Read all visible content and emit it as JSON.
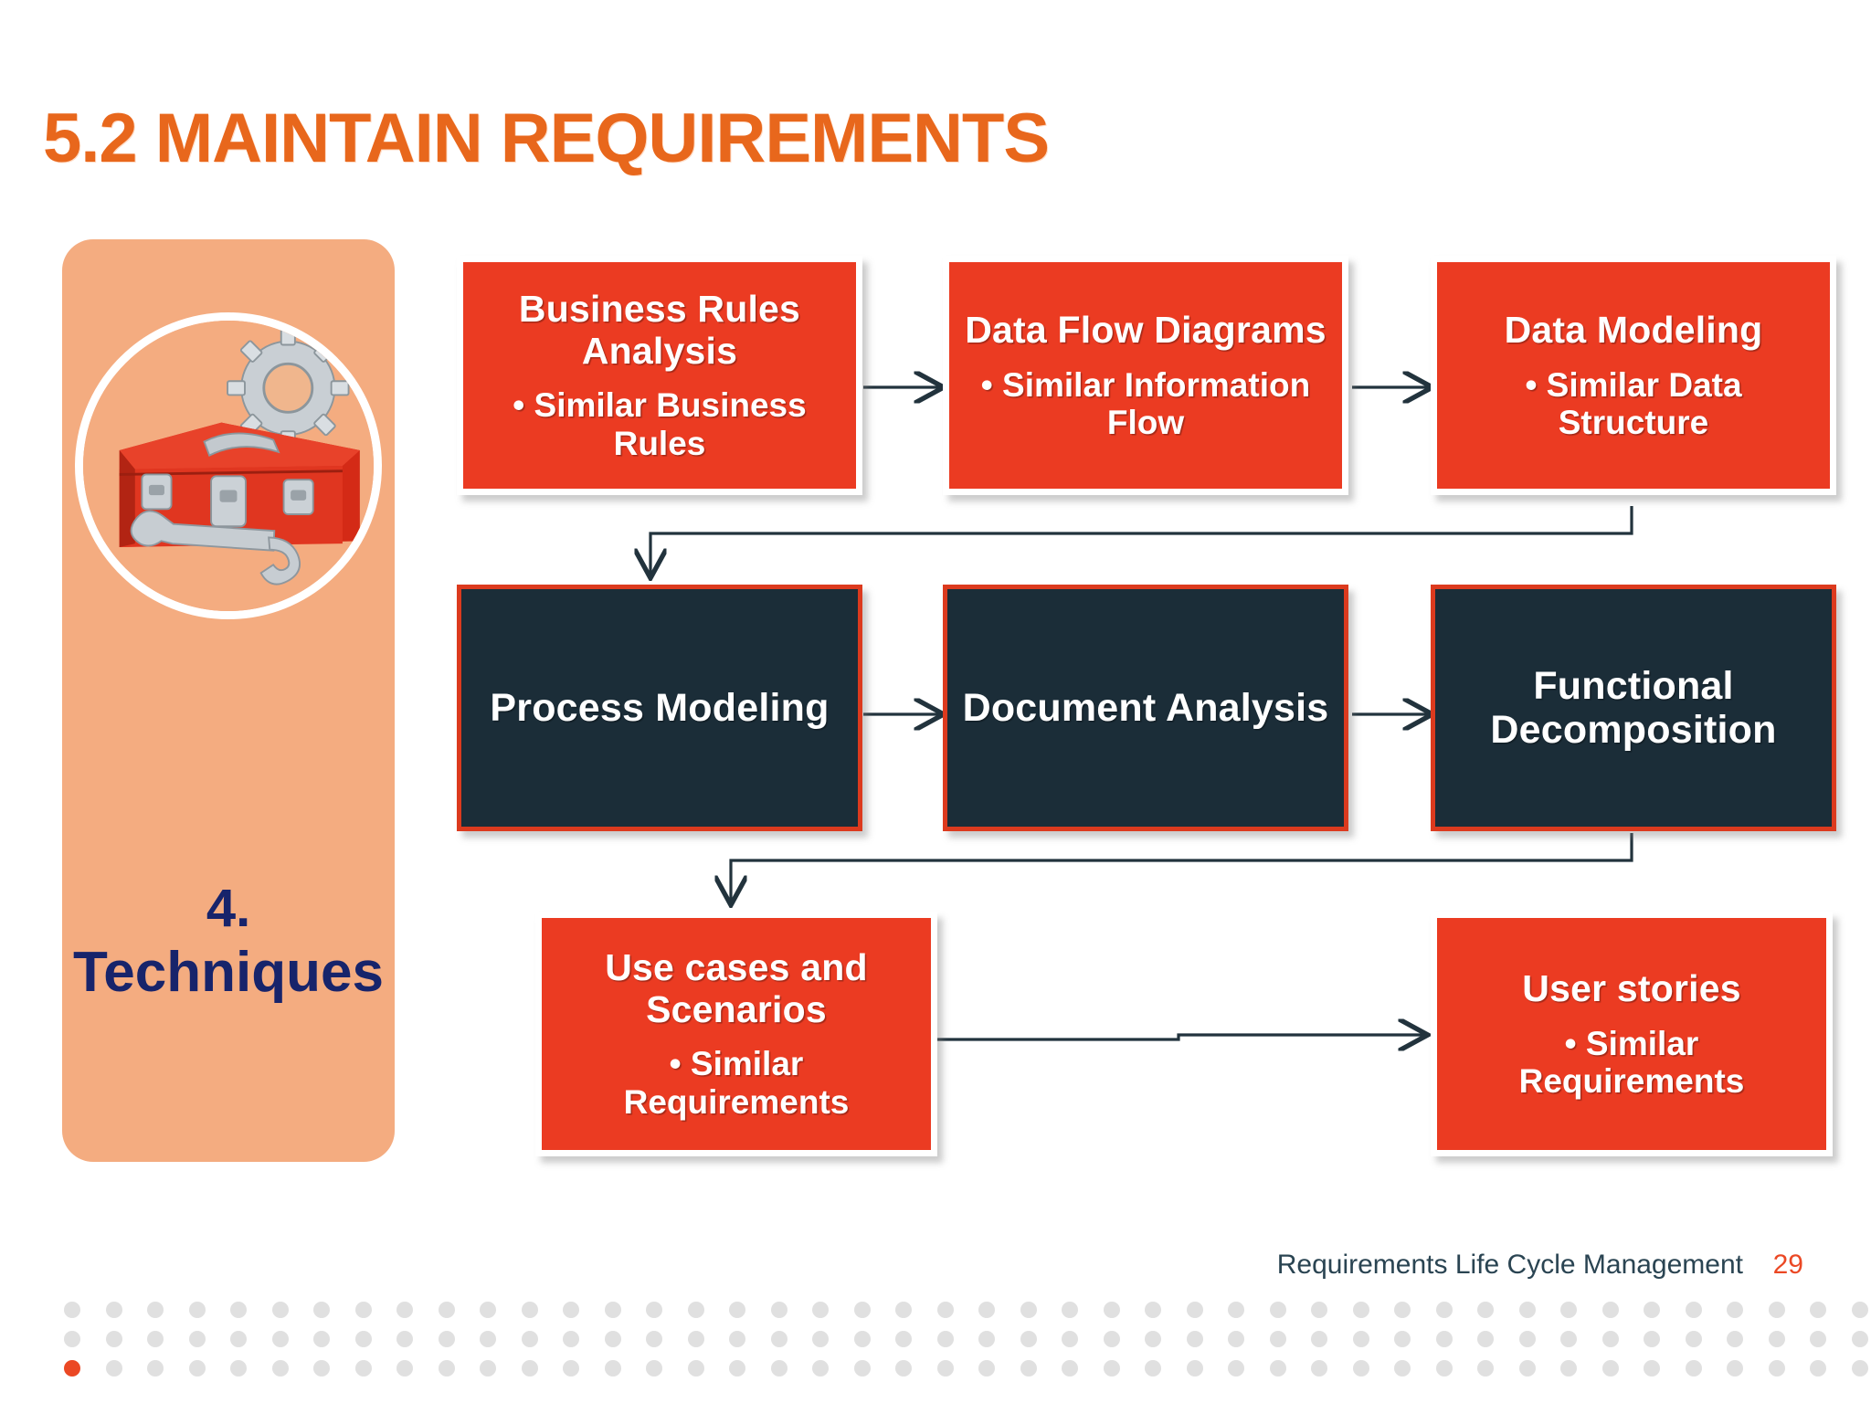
{
  "slide": {
    "title": "5.2 MAINTAIN REQUIREMENTS",
    "title_color": "#E8671C",
    "background": "#FFFFFF"
  },
  "sidebar": {
    "background_color": "#F4AC80",
    "icon_name": "toolbox-icon",
    "icon_description": "red toolbox with gear and wrench",
    "number": "4.",
    "label": "Techniques",
    "label_color": "#17246B"
  },
  "colors": {
    "red_box": "#EB3B22",
    "dark_box": "#1B2D38",
    "dark_box_border": "#DC3A1E",
    "connector": "#22333D",
    "footer_text": "#2A4452",
    "footer_page": "#EB4824",
    "dot_gray": "#E0E0E0"
  },
  "flow": {
    "row1": [
      {
        "title": "Business Rules Analysis",
        "bullet": "• Similar Business Rules",
        "style": "red"
      },
      {
        "title": "Data Flow Diagrams",
        "bullet": "• Similar Information Flow",
        "style": "red"
      },
      {
        "title": "Data Modeling",
        "bullet": "• Similar Data Structure",
        "style": "red"
      }
    ],
    "row2": [
      {
        "title": "Process Modeling",
        "bullet": "",
        "style": "dark"
      },
      {
        "title": "Document Analysis",
        "bullet": "",
        "style": "dark"
      },
      {
        "title": "Functional Decomposition",
        "bullet": "",
        "style": "dark"
      }
    ],
    "row3": [
      {
        "title": "Use cases and Scenarios",
        "bullet": "• Similar Requirements",
        "style": "red"
      },
      {
        "title": "User stories",
        "bullet": "• Similar Requirements",
        "style": "red"
      }
    ]
  },
  "footer": {
    "text": "Requirements Life Cycle Management",
    "page": "29"
  },
  "dots": {
    "rows": 3,
    "per_row": 53,
    "accent_index": 0,
    "accent_row": 2
  }
}
